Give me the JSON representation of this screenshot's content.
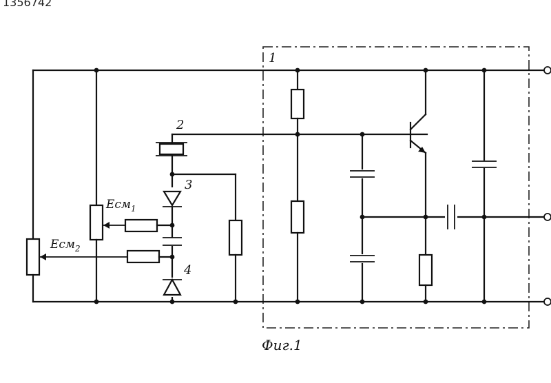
{
  "document_id": "1356742",
  "labels": {
    "block1": "1",
    "element2": "2",
    "element3": "3",
    "element4": "4",
    "ecm1_main": "Ecм",
    "ecm1_sub": "1",
    "ecm2_main": "Ecм",
    "ecm2_sub": "2"
  },
  "caption": "Фиг.1"
}
